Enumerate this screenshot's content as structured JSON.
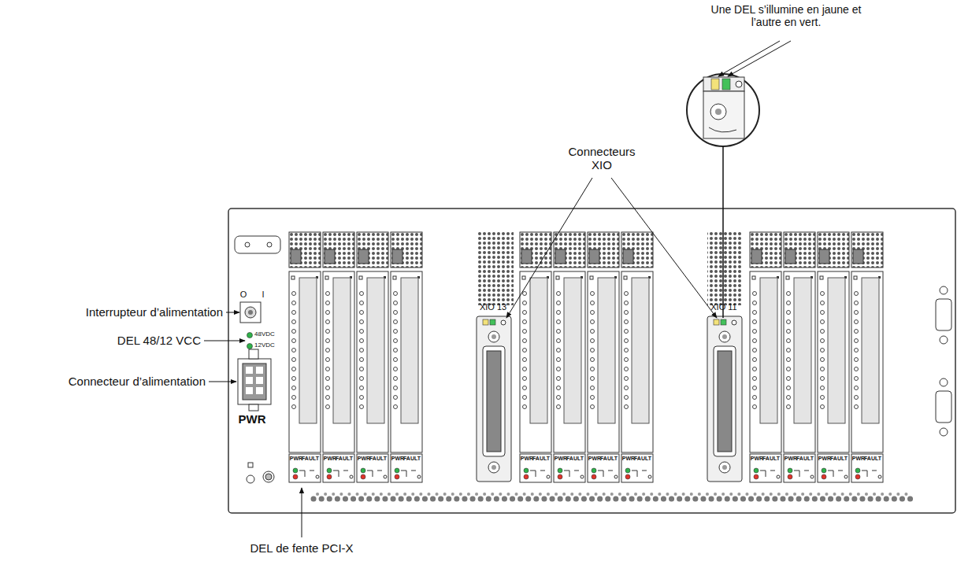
{
  "diagram": {
    "labels": [
      "Une DEL s’illumine en jaune et l’autre en vert.",
      "Connecteurs XIO",
      "O",
      "I",
      "Interrupteur d’alimentation",
      "48VDC",
      "12VDC",
      "DEL 48/12 VCC",
      "Connecteur d’alimentation",
      "PWR",
      "XIO 13",
      "XIO 11",
      "PWR",
      "FAULT",
      "PWR",
      "FAULT",
      "PWR",
      "FAULT",
      "PWR",
      "FAULT",
      "PWR",
      "FAULT",
      "PWR",
      "FAULT",
      "PWR",
      "FAULT",
      "PWR",
      "FAULT",
      "PWR",
      "FAULT",
      "PWR",
      "FAULT",
      "PWR",
      "FAULT",
      "PWR",
      "FAULT",
      "DEL de fente PCI-X"
    ]
  }
}
